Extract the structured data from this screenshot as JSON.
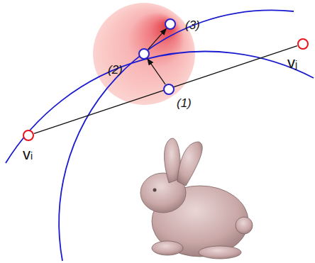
{
  "diagram": {
    "nodes": [
      {
        "text": [
          "vi"
        ]
      },
      {
        "text": [
          "vj"
        ]
      },
      {
        "text": [
          "(1)"
        ]
      },
      {
        "text": [
          "(2)"
        ]
      },
      {
        "text": [
          "(3)"
        ]
      }
    ],
    "edges": [
      {
        "from": 0,
        "to": 1,
        "arrow": "none"
      },
      {
        "from": 2,
        "to": 3,
        "arrow": "to"
      },
      {
        "from": 3,
        "to": 4,
        "arrow": "to"
      }
    ]
  }
}
